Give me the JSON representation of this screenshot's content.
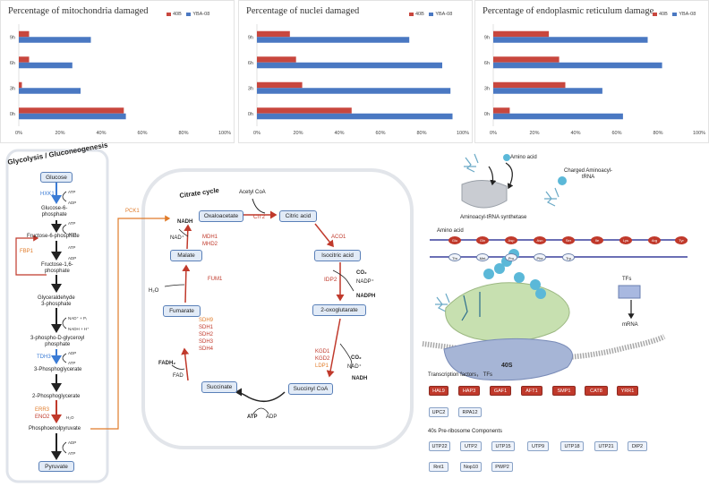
{
  "colors": {
    "series40B": "#c8473e",
    "seriesYBA": "#4a78c2",
    "box": "#e2ebf7",
    "accent_red": "#c0392b",
    "accent_orange": "#e07b2a",
    "accent_blue": "#3a7bd5"
  },
  "chart_data": [
    {
      "type": "bar",
      "orientation": "horizontal",
      "title": "Percentage of mitochondria damaged",
      "categories": [
        "0h",
        "3h",
        "6h",
        "9h"
      ],
      "series": [
        {
          "name": "40B",
          "values": [
            51,
            1.5,
            5,
            5
          ]
        },
        {
          "name": "YBA-08",
          "values": [
            52,
            30,
            26,
            35
          ]
        }
      ],
      "xlim": [
        0,
        100
      ],
      "xticks": [
        "0%",
        "20%",
        "40%",
        "60%",
        "80%",
        "100%"
      ],
      "legend": "top-right",
      "grid": false
    },
    {
      "type": "bar",
      "orientation": "horizontal",
      "title": "Percentage of nuclei damaged",
      "categories": [
        "0h",
        "3h",
        "6h",
        "9h"
      ],
      "series": [
        {
          "name": "40B",
          "values": [
            46,
            22,
            19,
            16
          ]
        },
        {
          "name": "YBA-08",
          "values": [
            95,
            94,
            90,
            74
          ]
        }
      ],
      "xlim": [
        0,
        100
      ],
      "xticks": [
        "0%",
        "20%",
        "40%",
        "60%",
        "80%",
        "100%"
      ],
      "legend": "top-right",
      "grid": false
    },
    {
      "type": "bar",
      "orientation": "horizontal",
      "title": "Percentage of endoplasmic reticulum damage",
      "categories": [
        "0h",
        "3h",
        "6h",
        "9h"
      ],
      "series": [
        {
          "name": "40B",
          "values": [
            8,
            35,
            32,
            27
          ]
        },
        {
          "name": "YBA-08",
          "values": [
            63,
            53,
            82,
            75
          ]
        }
      ],
      "xlim": [
        0,
        100
      ],
      "xticks": [
        "0%",
        "20%",
        "40%",
        "60%",
        "80%",
        "100%"
      ],
      "legend": "top-right",
      "grid": false
    }
  ],
  "glycolysis": {
    "title": "Glycolysis / Gluconeogenesis",
    "glucose": "Glucose",
    "hxk1": "HXK1",
    "atp1": "ATP",
    "adp1": "ADP",
    "g6p": "Glucose-6-\nphosphate",
    "f6p": "Fructose-6-phosphate",
    "fbp1": "FBP1",
    "atp2": "ATP",
    "adp2": "ADP",
    "f16p": "Fructose-1,6-\nphosphate",
    "g3p": "Glyceraldehyde\n3-phosphate",
    "nad": "NAD⁺ + Pᵢ",
    "nadh": "NADH + H⁺",
    "bpg": "3-phospho-D-glyceroyl\nphosphate",
    "tdh3": "TDH3",
    "adp3": "ADP",
    "atp3": "ATP",
    "pg3": "3-Phosphoglycerate",
    "pg2": "2-Phosphoglycerate",
    "err3": "ERR3",
    "eno2": "ENO2",
    "h2o": "H₂O",
    "pep": "Phosphoenolpyruvate",
    "adp4": "ADP",
    "atp4": "ATP",
    "pyruvate": "Pyruvate"
  },
  "tca": {
    "title": "Citrate cycle",
    "pck1": "PCK1",
    "acetyl": "Acetyl CoA",
    "cit2": "CIT2",
    "oxaloacetate": "Oxaloacetate",
    "citric": "Citric acid",
    "aco1": "ACO1",
    "isocitric": "Isocitric acid",
    "co2a": "CO₂",
    "nadp": "NADP⁺",
    "nadph": "NADPH",
    "idp2": "IDP2",
    "oxoglutarate": "2-oxoglutarate",
    "kgd1": "KGD1",
    "kgd2": "KGD2",
    "lpd1": "LDP1",
    "co2b": "CO₂",
    "nad2": "NAD⁺",
    "nadh2": "NADH",
    "succinylcoa": "Succinyl CoA",
    "atp": "ATP",
    "adp": "ADP",
    "succinate": "Succinate",
    "sdh9": "SDH9",
    "sdh1": "SDH1",
    "sdh2": "SDH2",
    "sdh3": "SDH3",
    "sdh4": "SDH4",
    "fadh2": "FADH₂",
    "fad": "FAD",
    "fumarate": "Fumarate",
    "fum1": "FUM1",
    "h2o": "H₂O",
    "malate": "Malate",
    "mdh1": "MDH1",
    "mdh2": "MHD2",
    "nadh_top": "NADH",
    "nad_top": "NAD⁺"
  },
  "translation": {
    "amino_acid": "Amino acid",
    "charged": "Charged Aminoacyl-\ntRNA",
    "synthetase": "Aminoacyl-tRNA synthetase",
    "amino_acid2": "Amino acid",
    "row1": [
      "Glu",
      "Gln",
      "Asp",
      "Asn",
      "Ser",
      "Ile",
      "Lys",
      "Arg",
      "Tyr"
    ],
    "row2": [
      "Thr",
      "Met",
      "Pro",
      "Phe",
      "Trp"
    ],
    "tfs": "TFs",
    "mrna": "mRNA",
    "ribosome": "40S",
    "tf_title": "Transcription factors， TFs",
    "tf_red": [
      "HAL9",
      "HAP3",
      "GAF1",
      "AFT1",
      "SMP1",
      "CAT8",
      "YRR1"
    ],
    "tf_white": [
      "UPC2",
      "RPA12"
    ],
    "pre_title": "40s Pre-ribosome Components",
    "pre_row1": [
      "UTP22",
      "UTP2",
      "UTP15",
      "UTP9",
      "UTP18",
      "UTP21",
      "DIP2"
    ],
    "pre_row2": [
      "Rnt1",
      "Nop10",
      "PWP2"
    ]
  }
}
